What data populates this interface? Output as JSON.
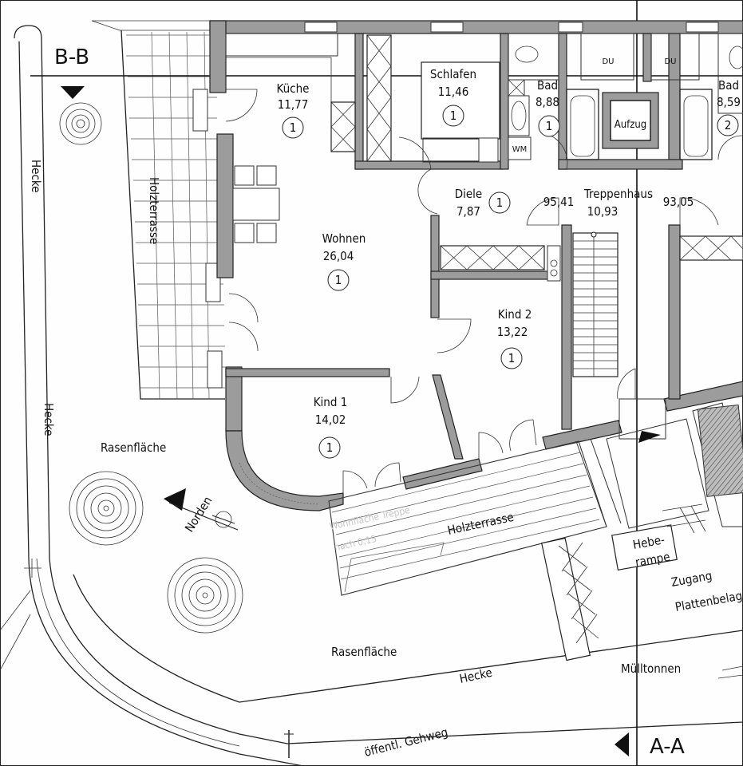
{
  "plan": {
    "section_bb": "B-B",
    "section_aa": "A-A",
    "rooms": [
      {
        "name": "Küche",
        "area": "11,77",
        "unit": "1"
      },
      {
        "name": "Schlafen",
        "area": "11,46",
        "unit": "1"
      },
      {
        "name": "Bad",
        "area": "8,88",
        "unit": "1"
      },
      {
        "name": "Bad",
        "area": "8,59",
        "unit": "2"
      },
      {
        "name": "Wohnen",
        "area": "26,04",
        "unit": "1"
      },
      {
        "name": "Diele",
        "area": "7,87",
        "unit": "1"
      },
      {
        "name": "Treppenhaus",
        "area": "10,93",
        "unit": ""
      },
      {
        "name": "Kind 2",
        "area": "13,22",
        "unit": "1"
      },
      {
        "name": "Kind 1",
        "area": "14,02",
        "unit": "1"
      }
    ],
    "levels": [
      "95,41",
      "93,05"
    ],
    "fixtures": {
      "du_left": "DU",
      "du_right": "DU",
      "wm": "WM",
      "aufzug": "Aufzug"
    },
    "outdoor": {
      "hecke_1": "Hecke",
      "hecke_2": "Hecke",
      "hecke_3": "Hecke",
      "holzterrasse_1": "Holzterrasse",
      "holzterrasse_2": "Holzterrasse",
      "rasen_1": "Rasenfläche",
      "rasen_2": "Rasenfläche",
      "norden": "Norden",
      "hebe_1": "Hebe-",
      "hebe_2": "rampe",
      "zugang_1": "Zugang",
      "zugang_2": "Plattenbelag",
      "muell": "Mülltonnen",
      "gehweg": "öffentl. Gehweg",
      "faint_1": "Wohnfläche Treppe",
      "faint_2": "nach 0,15"
    }
  }
}
